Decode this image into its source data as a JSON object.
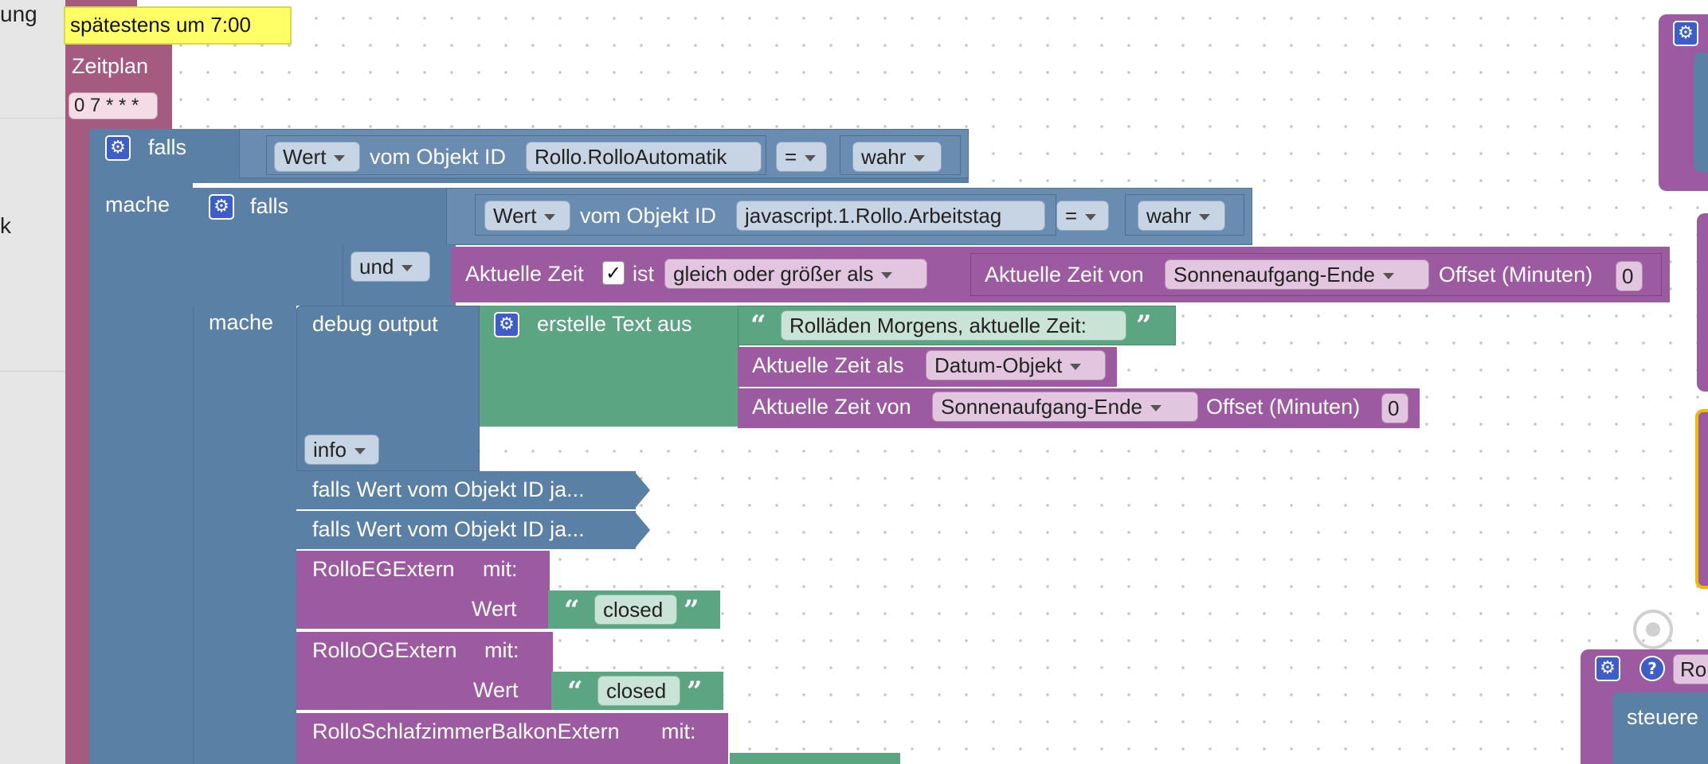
{
  "sidebar": {
    "fragment1": "ung",
    "fragment2": "k"
  },
  "comment": "spätestens um 7:00",
  "schedule": {
    "label": "Zeitplan",
    "cron": "0 7 * * *"
  },
  "if1": {
    "falls": "falls",
    "mache": "mache",
    "cond": {
      "wert": "Wert",
      "vom": "vom Objekt ID",
      "obj": "Rollo.RolloAutomatik",
      "op": "=",
      "val": "wahr"
    }
  },
  "if2": {
    "falls": "falls",
    "mache": "mache",
    "cond": {
      "wert": "Wert",
      "vom": "vom Objekt ID",
      "obj": "javascript.1.Rollo.Arbeitstag",
      "op": "=",
      "val": "wahr"
    },
    "und": "und",
    "time_cond": {
      "aktuelle_zeit": "Aktuelle Zeit",
      "check": "✓",
      "ist": "ist",
      "cmp": "gleich oder größer als",
      "rhs_label": "Aktuelle Zeit von",
      "rhs_event": "Sonnenaufgang-Ende",
      "offset_label": "Offset (Minuten)",
      "offset": "0"
    }
  },
  "debug": {
    "label": "debug output",
    "create": "erstelle Text aus",
    "text1": "Rolläden Morgens, aktuelle Zeit:",
    "row2_label": "Aktuelle Zeit als",
    "row2_format": "Datum-Objekt",
    "row3_label": "Aktuelle Zeit von",
    "row3_event": "Sonnenaufgang-Ende",
    "row3_offset_label": "Offset (Minuten)",
    "row3_offset": "0",
    "level": "info"
  },
  "collapsed": [
    "falls Wert vom Objekt ID ja...",
    "falls Wert vom Objekt ID ja..."
  ],
  "calls": [
    {
      "name": "RolloEGExtern",
      "mit": "mit:",
      "param": "Wert",
      "value": "closed"
    },
    {
      "name": "RolloOGExtern",
      "mit": "mit:",
      "param": "Wert",
      "value": "closed"
    },
    {
      "name": "RolloSchlafzimmerBalkonExtern",
      "mit": "mit:"
    }
  ],
  "right_block": {
    "title": "Ro",
    "label": "steuere"
  },
  "colors": {
    "logic": "#5b80a5",
    "time": "#9c5aa0",
    "text": "#5ba583",
    "trigger": "#a55b80",
    "comment": "#ffff66"
  }
}
